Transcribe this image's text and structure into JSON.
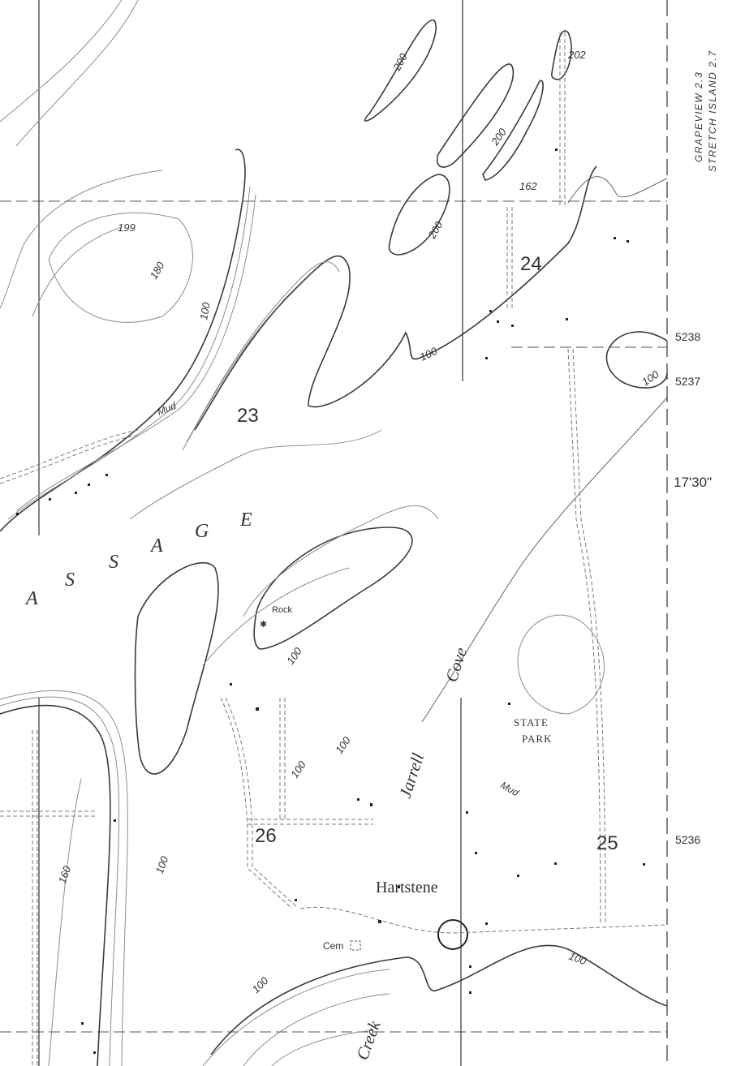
{
  "map": {
    "margin_labels": {
      "road_to_line1": "GRAPEVIEW 2.3",
      "road_to_line2": "STRETCH ISLAND 2.7",
      "northing_5238": "5238",
      "latitude_mark": "17'30\"",
      "northing_5237": "5237",
      "northing_5236": "5236"
    },
    "water_body": [
      "A",
      "S",
      "S",
      "A",
      "G",
      "E"
    ],
    "sections": [
      "23",
      "24",
      "26",
      "25"
    ],
    "elevations": [
      "199",
      "180",
      "200",
      "200",
      "200",
      "202",
      "162",
      "100",
      "100",
      "100",
      "100",
      "100",
      "160",
      "100",
      "100",
      "100",
      "100"
    ],
    "place_names": {
      "town": "Hartstene",
      "cove_word1": "Jarrell",
      "cove_word2": "Cove",
      "park_line1": "STATE",
      "park_line2": "PARK",
      "creek": "Creek",
      "cemetery": "Cem",
      "rock": "Rock",
      "mud_north": "Mud",
      "mud_south": "Mud"
    }
  }
}
